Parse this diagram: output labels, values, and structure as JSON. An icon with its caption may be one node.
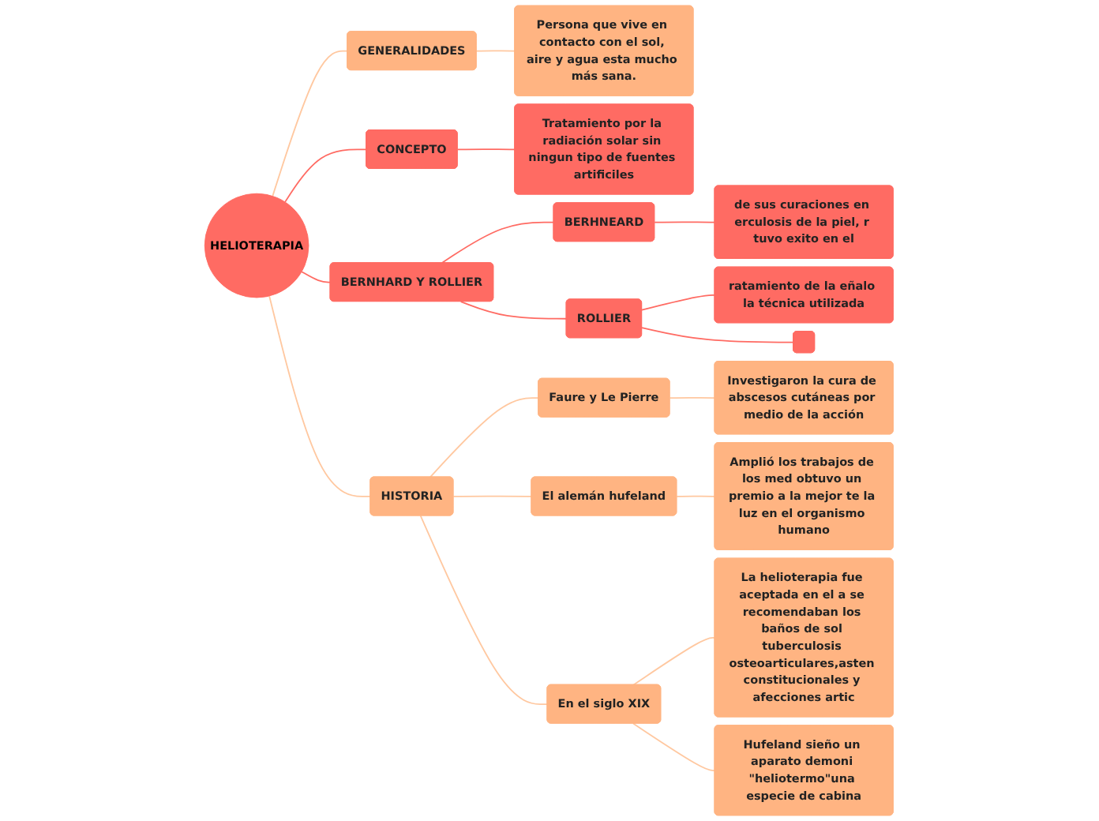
{
  "diagram": {
    "nodes": [
      {
        "text": [
          "HELIOTERAPIA"
        ]
      },
      {
        "text": [
          "GENERALIDADES"
        ]
      },
      {
        "text": [
          "Persona que vive en contacto con el sol, aire y agua esta mucho más sana."
        ]
      },
      {
        "text": [
          "CONCEPTO"
        ]
      },
      {
        "text": [
          "Tratamiento por la radiación solar sin ningun tipo de fuentes artificiles"
        ]
      },
      {
        "text": [
          "BERNHARD Y ROLLIER"
        ]
      },
      {
        "text": [
          "BERHNEARD"
        ]
      },
      {
        "text": [
          "de sus curaciones en erculosis de la piel, r tuvo exito en el"
        ]
      },
      {
        "text": [
          "ROLLIER"
        ]
      },
      {
        "text": [
          "ratamiento de la eñalo la técnica utilizada"
        ]
      },
      {
        "text": [],
        "shape": "box"
      },
      {
        "text": [
          "HISTORIA"
        ]
      },
      {
        "text": [
          "Faure y Le Pierre"
        ]
      },
      {
        "text": [
          "Investigaron la cura de abscesos cutáneas por medio de la acción"
        ]
      },
      {
        "text": [
          "El alemán hufeland"
        ]
      },
      {
        "text": [
          "Amplió los trabajos de los med obtuvo un premio a la mejor te la luz en el organismo humano"
        ]
      },
      {
        "text": [
          "En el siglo XIX"
        ]
      },
      {
        "text": [
          "La helioterapia fue aceptada en el a se recomendaban los baños de sol tuberculosis osteoarticulares,asten constitucionales y afecciones artic"
        ]
      },
      {
        "text": [
          "Hufeland sieño un aparato demoni \"heliotermo\"una especie de cabina"
        ]
      }
    ],
    "edges": [
      {
        "from": 0,
        "to": 1,
        "arrow": "none"
      },
      {
        "from": 1,
        "to": 2,
        "arrow": "none"
      },
      {
        "from": 0,
        "to": 3,
        "arrow": "none",
        "color": "#ff6b63"
      },
      {
        "from": 3,
        "to": 4,
        "arrow": "none",
        "color": "#ff6b63"
      },
      {
        "from": 0,
        "to": 5,
        "arrow": "none",
        "color": "#ff6b63"
      },
      {
        "from": 5,
        "to": 6,
        "arrow": "none",
        "color": "#ff6b63"
      },
      {
        "from": 6,
        "to": 7,
        "arrow": "none",
        "color": "#ff6b63"
      },
      {
        "from": 5,
        "to": 8,
        "arrow": "none",
        "color": "#ff6b63"
      },
      {
        "from": 8,
        "to": 9,
        "arrow": "none",
        "color": "#ff6b63"
      },
      {
        "from": 8,
        "to": 10,
        "arrow": "none",
        "color": "#ff6b63"
      },
      {
        "from": 0,
        "to": 11,
        "arrow": "none"
      },
      {
        "from": 11,
        "to": 12,
        "arrow": "none"
      },
      {
        "from": 12,
        "to": 13,
        "arrow": "none"
      },
      {
        "from": 11,
        "to": 14,
        "arrow": "none"
      },
      {
        "from": 14,
        "to": 15,
        "arrow": "none"
      },
      {
        "from": 11,
        "to": 16,
        "arrow": "none"
      },
      {
        "from": 16,
        "to": 17,
        "arrow": "none"
      },
      {
        "from": 16,
        "to": 18,
        "arrow": "none"
      }
    ]
  }
}
